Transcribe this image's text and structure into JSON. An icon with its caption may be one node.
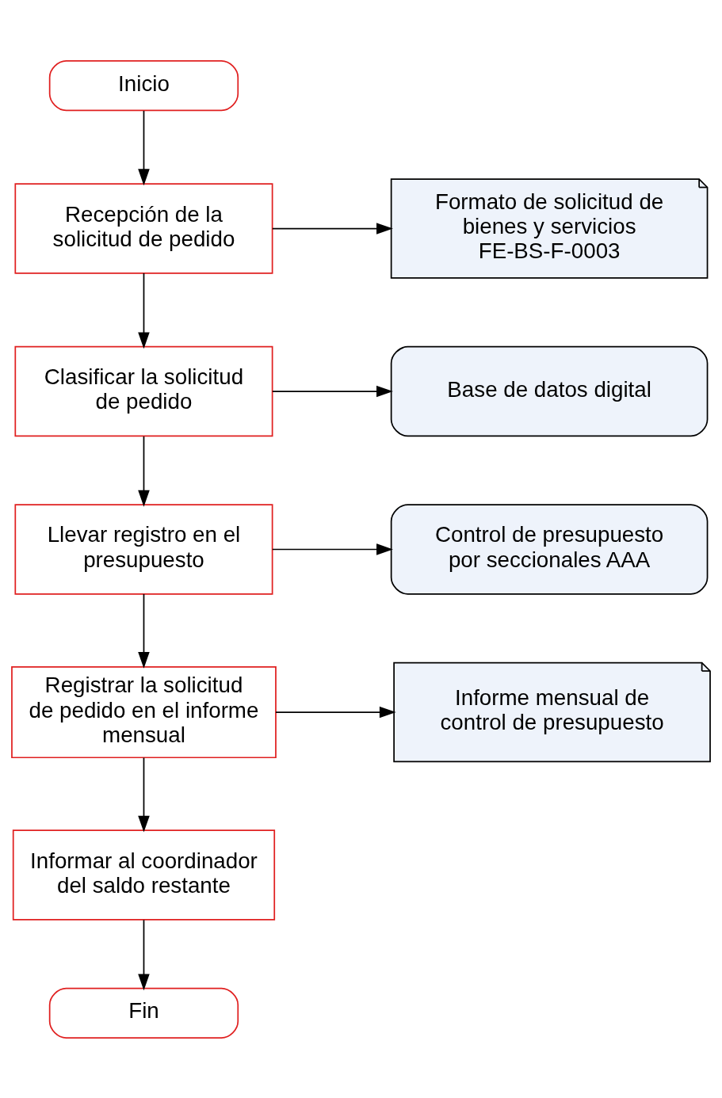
{
  "diagram": {
    "nodes": [
      {
        "text": [
          "Inicio"
        ]
      },
      {
        "text": [
          "Recepción de la solicitud de pedido"
        ]
      },
      {
        "text": [
          "Formato de solicitud de bienes y servicios FE-BS-F-0003"
        ]
      },
      {
        "text": [
          "Clasificar la solicitud de pedido"
        ]
      },
      {
        "text": [
          "Base de datos digital"
        ]
      },
      {
        "text": [
          "Llevar registro en el presupuesto"
        ]
      },
      {
        "text": [
          "Control de presupuesto por seccionales AAA"
        ]
      },
      {
        "text": [
          "Registrar la solicitud de pedido en el informe mensual"
        ]
      },
      {
        "text": [
          "Informe mensual de control de presupuesto"
        ]
      },
      {
        "text": [
          "Informar al coordinador del saldo restante"
        ]
      },
      {
        "text": [
          "Fin"
        ]
      }
    ],
    "edges": [
      {
        "from": 0,
        "to": 1,
        "arrow": "to"
      },
      {
        "from": 1,
        "to": 2,
        "arrow": "to"
      },
      {
        "from": 1,
        "to": 3,
        "arrow": "to"
      },
      {
        "from": 3,
        "to": 4,
        "arrow": "to"
      },
      {
        "from": 3,
        "to": 5,
        "arrow": "to"
      },
      {
        "from": 5,
        "to": 6,
        "arrow": "to"
      },
      {
        "from": 5,
        "to": 7,
        "arrow": "to"
      },
      {
        "from": 7,
        "to": 8,
        "arrow": "to"
      },
      {
        "from": 7,
        "to": 9,
        "arrow": "to"
      },
      {
        "from": 9,
        "to": 10,
        "arrow": "to"
      }
    ]
  }
}
